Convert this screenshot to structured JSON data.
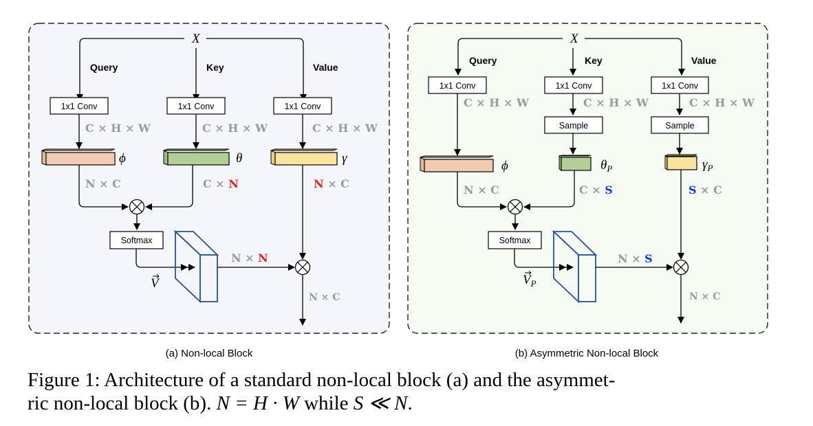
{
  "colors": {
    "panel_a_bg": "#f5f6fc",
    "panel_b_bg": "#f6fbf3",
    "phi_fill": "#f2ccb2",
    "theta_fill": "#b2cf95",
    "gamma_fill": "#fae39e",
    "cube_stroke": "#2c4f8e",
    "dim_gray": "#9a9a9a",
    "highlight_red": "#e0242a",
    "highlight_blue": "#1a35d8"
  },
  "panel_a": {
    "input": "X",
    "branches": {
      "query": "Query",
      "key": "Key",
      "value": "Value"
    },
    "conv_label": "1x1 Conv",
    "dim_chw": "C × H × W",
    "phi": "ϕ",
    "theta": "θ",
    "gamma": "γ",
    "nc_left": "N × C",
    "cn_c": "C × ",
    "cn_n": "N",
    "nc_n": "N",
    "nc_c": " × C",
    "softmax": "Softmax",
    "vector": "V",
    "nn_n1": "N × ",
    "nn_n2": "N",
    "out_dim": "N × C",
    "title": "(a) Non-local Block"
  },
  "panel_b": {
    "input": "X",
    "branches": {
      "query": "Query",
      "key": "Key",
      "value": "Value"
    },
    "conv_label": "1x1 Conv",
    "sample_label": "Sample",
    "dim_chw": "C × H × W",
    "phi": "ϕ",
    "theta": "θ",
    "theta_sub": "P",
    "gamma": "γ",
    "gamma_sub": "P",
    "nc_left": "N × C",
    "cs_c": "C × ",
    "cs_s": "S",
    "sc_s": "S",
    "sc_c": " × C",
    "softmax": "Softmax",
    "vector": "V",
    "vector_sub": "P",
    "ns_n": "N × ",
    "ns_s": "S",
    "out_dim": "N × C",
    "title": "(b) Asymmetric Non-local Block"
  },
  "caption": {
    "line1": "Figure 1: Architecture of a standard non-local block (a) and the asymmet-",
    "line2_a": "ric non-local block (b). ",
    "eq1": "N = H · W",
    "line2_b": " while ",
    "eq2": "S ≪ N",
    "line2_c": "."
  }
}
